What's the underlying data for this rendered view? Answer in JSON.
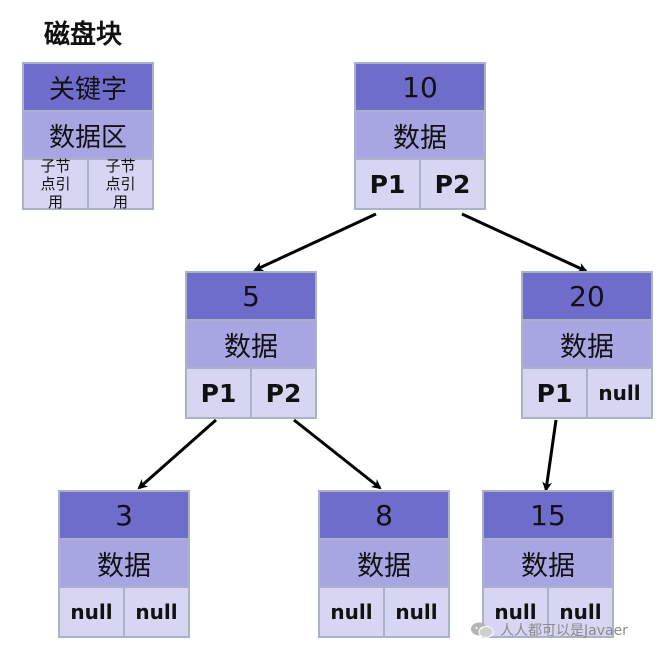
{
  "legend": {
    "title": "磁盘块",
    "key_label": "关键字",
    "data_label": "数据区",
    "ref_left": "子节点引用",
    "ref_right": "子节点引用"
  },
  "nodes": [
    {
      "id": "n10",
      "key": "10",
      "data": "数据",
      "left": "P1",
      "right": "P2"
    },
    {
      "id": "n5",
      "key": "5",
      "data": "数据",
      "left": "P1",
      "right": "P2"
    },
    {
      "id": "n20",
      "key": "20",
      "data": "数据",
      "left": "P1",
      "right": "null"
    },
    {
      "id": "n3",
      "key": "3",
      "data": "数据",
      "left": "null",
      "right": "null"
    },
    {
      "id": "n8",
      "key": "8",
      "data": "数据",
      "left": "null",
      "right": "null"
    },
    {
      "id": "n15",
      "key": "15",
      "data": "数据",
      "left": "null",
      "right": "null"
    }
  ],
  "edges": [
    {
      "from": "n10",
      "to": "n5"
    },
    {
      "from": "n10",
      "to": "n20"
    },
    {
      "from": "n5",
      "to": "n3"
    },
    {
      "from": "n5",
      "to": "n8"
    },
    {
      "from": "n20",
      "to": "n15"
    }
  ],
  "watermark": {
    "text": "人人都可以是Javaer",
    "icon": "wechat-icon"
  }
}
